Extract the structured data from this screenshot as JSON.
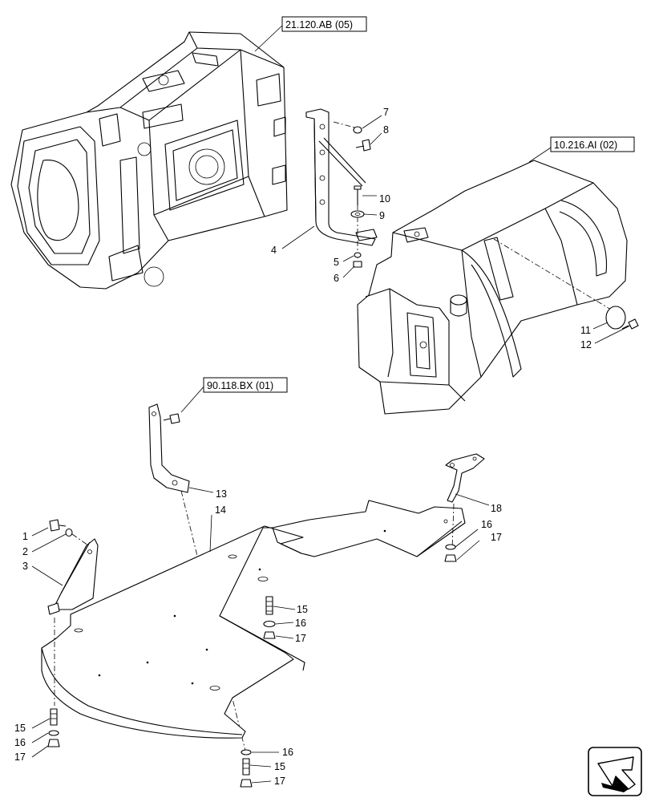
{
  "references": [
    {
      "id": "ref-transmission",
      "text": "21.120.AB (05)"
    },
    {
      "id": "ref-fuel-tank",
      "text": "10.216.AI (02)"
    },
    {
      "id": "ref-shield",
      "text": "90.118.BX (01)"
    }
  ],
  "callouts": [
    {
      "id": "c7",
      "text": "7"
    },
    {
      "id": "c8",
      "text": "8"
    },
    {
      "id": "c10",
      "text": "10"
    },
    {
      "id": "c9",
      "text": "9"
    },
    {
      "id": "c4",
      "text": "4"
    },
    {
      "id": "c5",
      "text": "5"
    },
    {
      "id": "c6",
      "text": "6"
    },
    {
      "id": "c11",
      "text": "11"
    },
    {
      "id": "c12",
      "text": "12"
    },
    {
      "id": "c13",
      "text": "13"
    },
    {
      "id": "c14",
      "text": "14"
    },
    {
      "id": "c18",
      "text": "18"
    },
    {
      "id": "c16a",
      "text": "16"
    },
    {
      "id": "c17a",
      "text": "17"
    },
    {
      "id": "c1",
      "text": "1"
    },
    {
      "id": "c2",
      "text": "2"
    },
    {
      "id": "c3",
      "text": "3"
    },
    {
      "id": "c15a",
      "text": "15"
    },
    {
      "id": "c16b",
      "text": "16"
    },
    {
      "id": "c17b",
      "text": "17"
    },
    {
      "id": "c15b",
      "text": "15"
    },
    {
      "id": "c16c",
      "text": "16"
    },
    {
      "id": "c17c",
      "text": "17"
    },
    {
      "id": "c16d",
      "text": "16"
    },
    {
      "id": "c15c",
      "text": "15"
    },
    {
      "id": "c17d",
      "text": "17"
    }
  ],
  "icons": {
    "navigation": "arrow-down-left-icon"
  }
}
